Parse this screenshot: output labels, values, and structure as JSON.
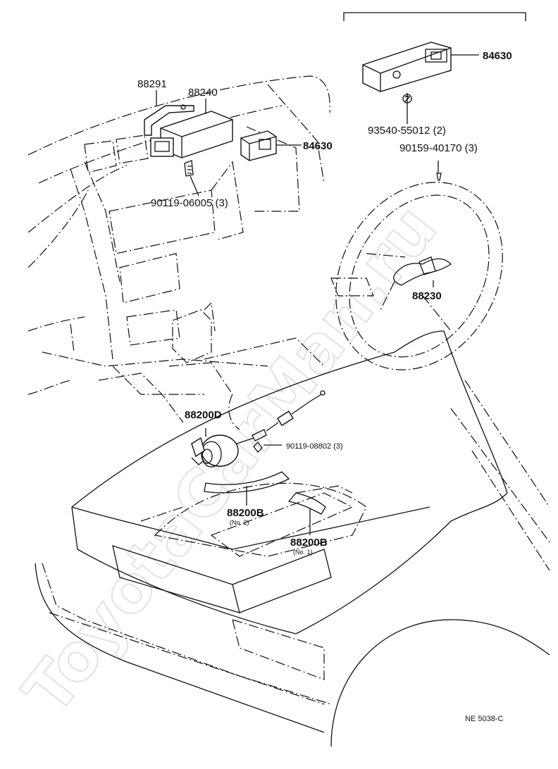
{
  "watermark": "ToyotaCarMan.ru",
  "drawing_code": "NE  5038-C",
  "labels": {
    "p88291": "88291",
    "p88240": "88240",
    "p84630_left": "84630",
    "p90119_06005": "90119-06005 (3)",
    "p84630_right": "84630",
    "p93540_55012": "93540-55012 (2)",
    "p90159_40170": "90159-40170 (3)",
    "p88230": "88230",
    "p88200D": "88200D",
    "p90119_08802": "90119-08802 (3)",
    "p88200B_no2": "88200B",
    "p88200B_no2_sub": "(No. 2)",
    "p88200B_no1": "88200B",
    "p88200B_no1_sub": "(No. 1)"
  }
}
